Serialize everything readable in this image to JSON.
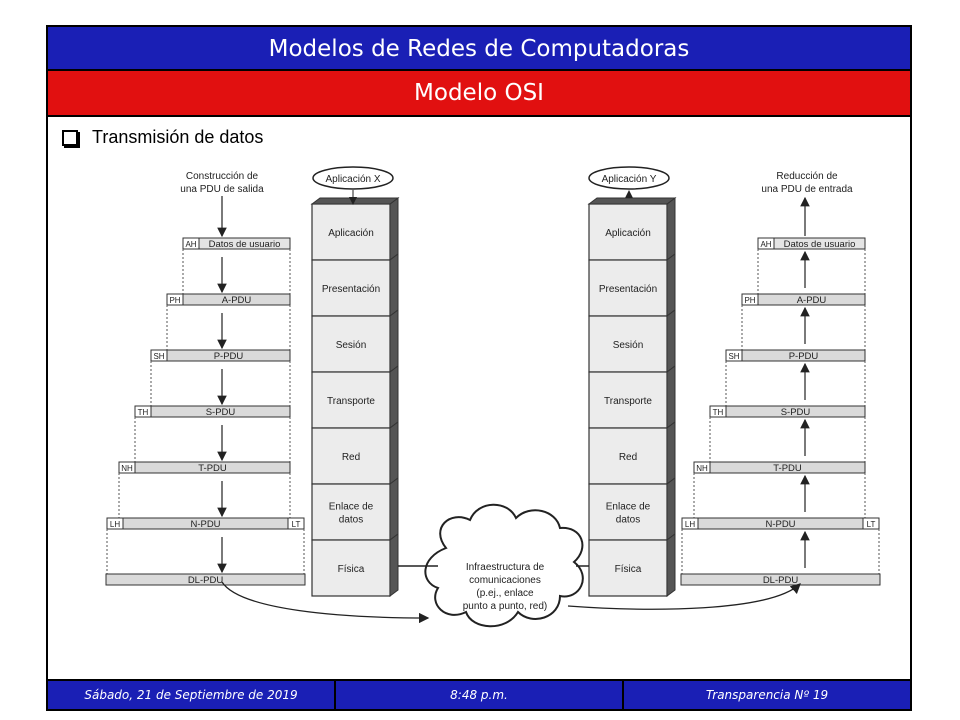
{
  "header": {
    "title": "Modelos de Redes de Computadoras",
    "subtitle": "Modelo OSI"
  },
  "bullet": {
    "text": "Transmisión de datos"
  },
  "diagram": {
    "left_caption": [
      "Construcción de",
      "una PDU de salida"
    ],
    "right_caption": [
      "Reducción de",
      "una PDU de entrada"
    ],
    "app_left": "Aplicación X",
    "app_right": "Aplicación Y",
    "layers": [
      "Aplicación",
      "Presentación",
      "Sesión",
      "Transporte",
      "Red",
      "Enlace de|datos",
      "Física"
    ],
    "pdus": [
      {
        "header": "AH",
        "label": "Datos de usuario"
      },
      {
        "header": "PH",
        "label": "A-PDU"
      },
      {
        "header": "SH",
        "label": "P-PDU"
      },
      {
        "header": "TH",
        "label": "S-PDU"
      },
      {
        "header": "NH",
        "label": "T-PDU"
      },
      {
        "header": "LH",
        "label": "N-PDU",
        "trailer": "LT"
      },
      {
        "header": "",
        "label": "DL-PDU"
      }
    ],
    "cloud": [
      "Infraestructura de",
      "comunicaciones",
      "(p.ej., enlace",
      "punto a punto, red)"
    ]
  },
  "footer": {
    "date": "Sábado, 21 de Septiembre de 2019",
    "time": "8:48 p.m.",
    "slide": "Transparencia Nº 19"
  }
}
